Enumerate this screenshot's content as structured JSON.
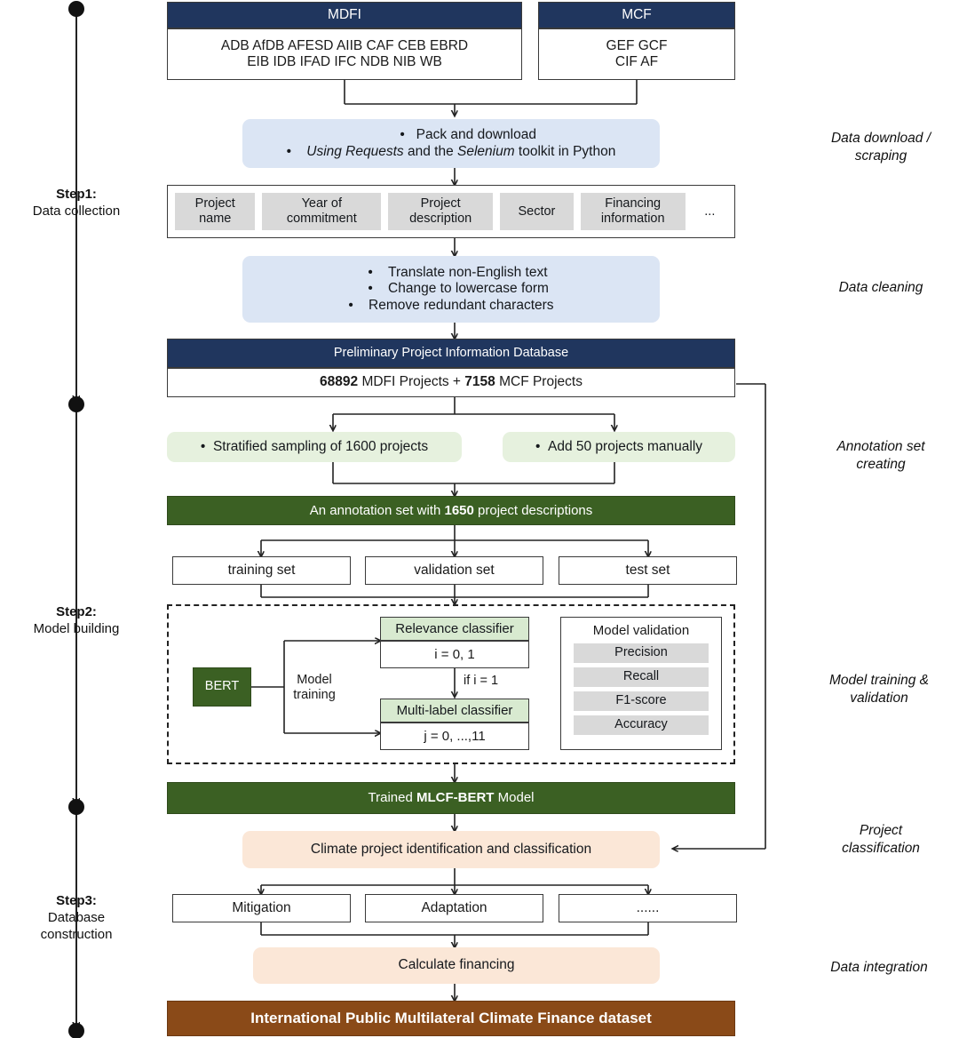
{
  "diagram": {
    "title": "International Public Multilateral Climate Finance dataset workflow",
    "colors": {
      "navy": "#20365e",
      "blue_soft": "#dbe5f4",
      "green_soft": "#e6f1de",
      "green_dark": "#3b6023",
      "green_pale": "#d8ead0",
      "peach": "#fbe7d7",
      "brown": "#8a4a18",
      "grey_chip": "#d9d9d9",
      "line": "#222222"
    }
  },
  "sources": {
    "mdfi": {
      "header": "MDFI",
      "line1": "ADB AfDB AFESD AIIB CAF CEB EBRD",
      "line2": "EIB IDB IFAD IFC NDB NIB WB"
    },
    "mcf": {
      "header": "MCF",
      "line1": "GEF GCF",
      "line2": "CIF AF"
    }
  },
  "download_box": {
    "item1": "Pack and download",
    "item2_pre": "Using Requests",
    "item2_mid": " and the ",
    "item2_em2": "Selenium",
    "item2_post": " toolkit in Python"
  },
  "fields_row": {
    "items": [
      "Project\nname",
      "Year of\ncommitment",
      "Project\ndescription",
      "Sector",
      "Financing\ninformation",
      "..."
    ]
  },
  "cleaning_box": {
    "items": [
      "Translate non-English text",
      "Change to lowercase form",
      "Remove redundant characters"
    ]
  },
  "database": {
    "title": "Preliminary Project Information Database",
    "count_mdfi": "68892",
    "label_mdfi": " MDFI Projects + ",
    "count_mcf": "7158",
    "label_mcf": " MCF Projects"
  },
  "sampling": {
    "left": "Stratified sampling of 1600 projects",
    "right": "Add 50 projects manually"
  },
  "annotation_set": {
    "pre": "An annotation set with ",
    "count": "1650",
    "post": " project descriptions"
  },
  "splits": {
    "training": "training set",
    "validation": "validation set",
    "test": "test set"
  },
  "model_block": {
    "bert": "BERT",
    "model_training_l1": "Model",
    "model_training_l2": "training",
    "relevance_title": "Relevance classifier",
    "relevance_value": "i = 0, 1",
    "condition": "if i = 1",
    "multilabel_title": "Multi-label classifier",
    "multilabel_value": "j = 0, ...,11",
    "validation_title": "Model validation",
    "metrics": [
      "Precision",
      "Recall",
      "F1-score",
      "Accuracy"
    ]
  },
  "trained_model": {
    "pre": "Trained ",
    "name": "MLCF-BERT",
    "post": " Model"
  },
  "classification_box": "Climate project identification and classification",
  "categories": [
    "Mitigation",
    "Adaptation",
    "......"
  ],
  "calculate_box": "Calculate financing",
  "final_dataset": "International Public Multilateral Climate Finance dataset",
  "steps": [
    {
      "title": "Step1:",
      "lines": "Data collection"
    },
    {
      "title": "Step2:",
      "lines": "Model building"
    },
    {
      "title": "Step3:",
      "lines": "Database\nconstruction"
    }
  ],
  "side_notes": [
    "Data download /\nscraping",
    "Data cleaning",
    "Annotation set\ncreating",
    "Model training &\nvalidation",
    "Project\nclassification",
    "Data integration"
  ]
}
